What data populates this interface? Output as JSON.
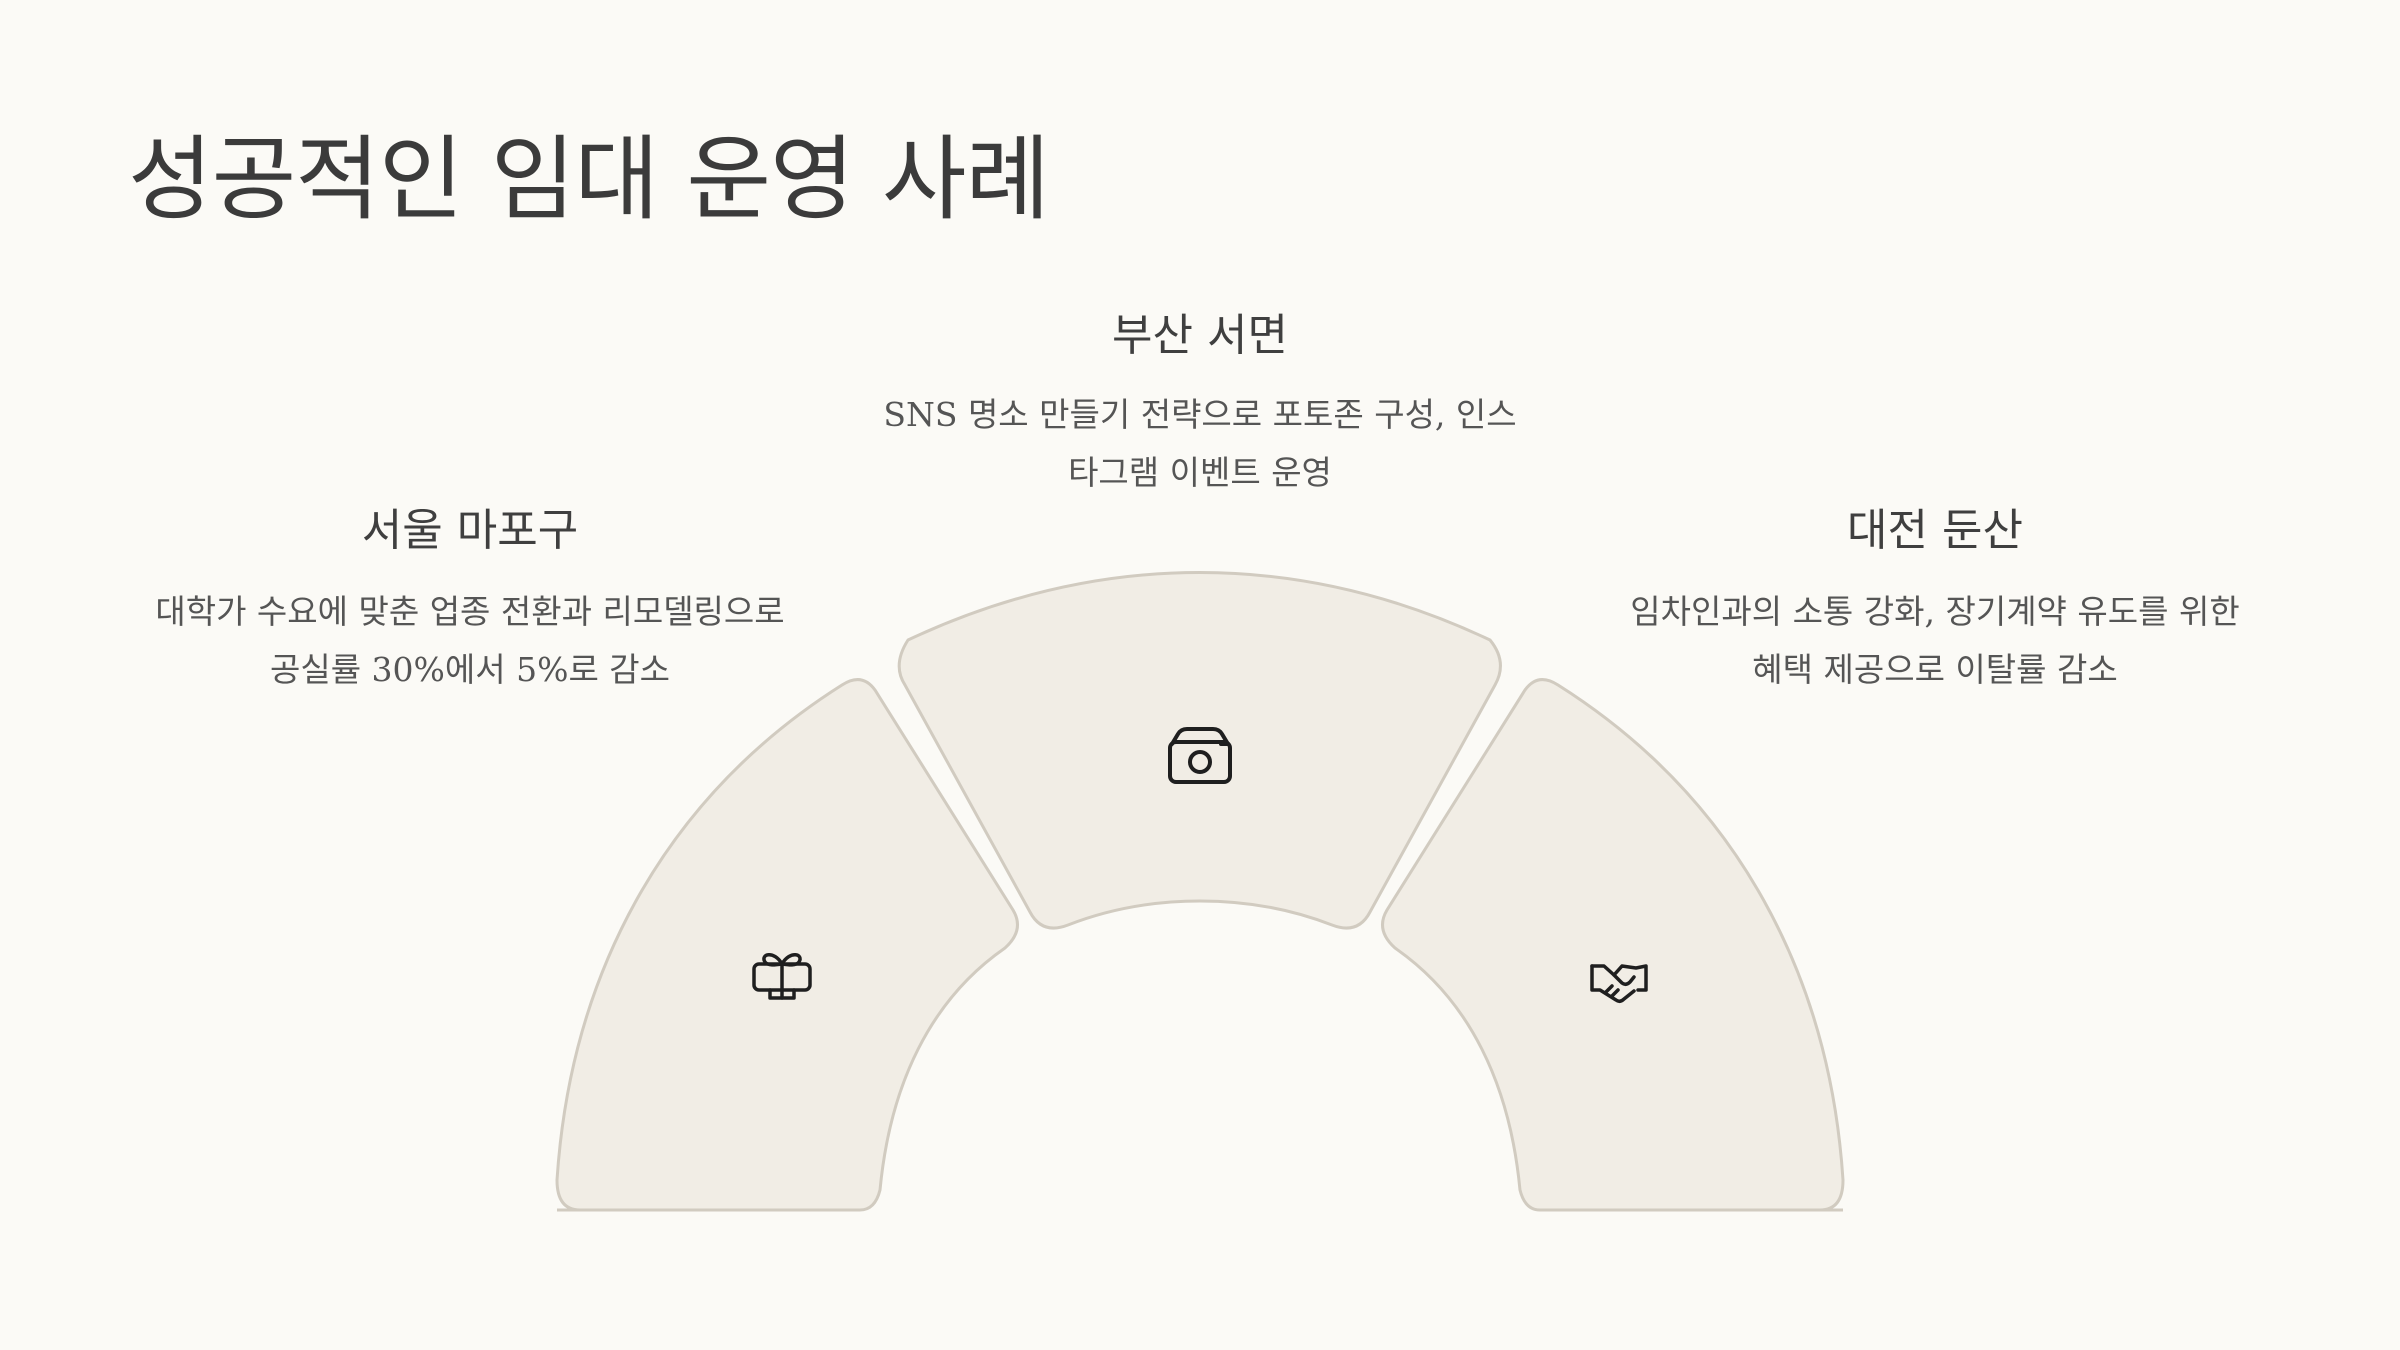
{
  "page": {
    "title": "성공적인 임대 운영 사례"
  },
  "cases": [
    {
      "id": "seoul",
      "title": "서울 마포구",
      "description": "대학가 수요에 맞춘 업종 전환과 리모델링으로 공실률 30%에서 5%로 감소",
      "desc_line1": "대학가 수요에 맞춘 업종 전환과 리모델링으로",
      "desc_line2": "공실률 30%에서 5%로 감소",
      "icon": "gift-icon"
    },
    {
      "id": "busan",
      "title": "부산 서면",
      "description": "SNS 명소 만들기 전략으로 포토존 구성, 인스타그램 이벤트 운영",
      "desc_line1": "SNS 명소 만들기 전략으로 포토존 구성, 인스",
      "desc_line2": "타그램 이벤트 운영",
      "icon": "camera-icon"
    },
    {
      "id": "daejeon",
      "title": "대전 둔산",
      "description": "임차인과의 소통 강화, 장기계약 유도를 위한 혜택 제공으로 이탈률 감소",
      "desc_line1": "임차인과의 소통 강화, 장기계약 유도를 위한",
      "desc_line2": "혜택 제공으로 이탈률 감소",
      "icon": "handshake-icon"
    }
  ],
  "colors": {
    "background": "#fbfaf6",
    "segment_fill": "#f1ede5",
    "segment_stroke": "#d1cbc0",
    "icon_stroke": "#1f1f1f"
  }
}
